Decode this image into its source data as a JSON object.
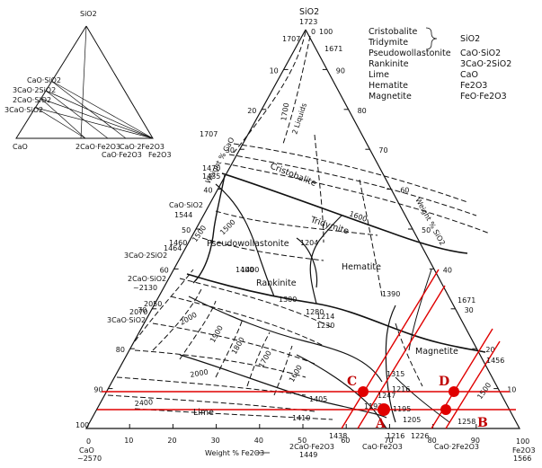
{
  "main": {
    "apex": {
      "name": "SiO2",
      "temp": "1723"
    },
    "left_corner": {
      "name": "CaO",
      "temp": "~2570",
      "value": "100",
      "zero": "0"
    },
    "right_corner": {
      "name": "Fe2O3",
      "temp": "1566",
      "value": "100"
    },
    "axis_left_title": "Weight % CaO",
    "axis_right_title": "Weight % SiO2",
    "axis_bottom_title": "Weight % Fe2O3",
    "left_ticks": [
      "10",
      "20",
      "30",
      "40",
      "50",
      "60",
      "70",
      "80",
      "90"
    ],
    "right_ticks": [
      "90",
      "80",
      "70",
      "60",
      "50",
      "40",
      "30",
      "20",
      "10"
    ],
    "bottom_ticks": [
      "10",
      "20",
      "30",
      "40",
      "50",
      "60",
      "70",
      "80",
      "90"
    ],
    "apex_labels": {
      "zero": "0",
      "hundred": "100",
      "t1707": "1707",
      "t1671": "1671"
    }
  },
  "inset": {
    "apex": "SiO2",
    "left_labels": [
      "CaO·SiO2",
      "3CaO·2SiO2",
      "2CaO·SiO2",
      "3CaO·SiO2"
    ],
    "bottom_left": "CaO",
    "bottom_labels": [
      "2CaO·Fe2O3",
      "CaO·Fe2O3",
      "CaO·2Fe2O3"
    ],
    "bottom_right": "Fe2O3"
  },
  "legend": {
    "items": [
      {
        "name": "Cristobalite",
        "formula": "SiO2"
      },
      {
        "name": "Tridymite",
        "formula": ""
      },
      {
        "name": "Pseudowollastonite",
        "formula": "CaO·SiO2"
      },
      {
        "name": "Rankinite",
        "formula": "3CaO·2SiO2"
      },
      {
        "name": "Lime",
        "formula": "CaO"
      },
      {
        "name": "Hematite",
        "formula": "Fe2O3"
      },
      {
        "name": "Magnetite",
        "formula": "FeO·Fe2O3"
      }
    ]
  },
  "fields": {
    "two_liquids": "2 Liquids",
    "cristobalite": "Cristobalite",
    "tridymite": "Tridymite",
    "pseudowollastonite": "Pseudowollastonite",
    "rankinite": "Rankinite",
    "hematite": "Hematite",
    "magnetite": "Magnetite",
    "lime": "Lime"
  },
  "compounds": {
    "cs": {
      "name": "CaO·SiO2",
      "temp": "1544"
    },
    "c3s2": {
      "name": "3CaO·2SiO2",
      "temp": "1464"
    },
    "c2s": {
      "name": "2CaO·SiO2",
      "temp": "~2130"
    },
    "c3s": {
      "name": "3CaO·SiO2",
      "temp": "2070"
    },
    "c2f": {
      "name": "2CaO·Fe2O3",
      "temp": "1449"
    },
    "cf": {
      "name": "CaO·Fe2O3",
      "temp": ""
    },
    "cf2": {
      "name": "CaO·2Fe2O3",
      "temp": ""
    }
  },
  "isotherms": [
    "1700",
    "1600",
    "1500",
    "1400",
    "1300",
    "1280",
    "1214",
    "1230",
    "1204",
    "1390",
    "1671",
    "1456",
    "1315",
    "1247",
    "1216",
    "1192",
    "1195",
    "1205",
    "1405",
    "1410",
    "1438",
    "1216",
    "1226",
    "1258",
    "1500",
    "2000",
    "1900",
    "1800",
    "1700",
    "1600",
    "2400",
    "2050",
    "2000",
    "1707",
    "1470",
    "1435",
    "1460",
    "1500",
    "1400"
  ],
  "markers": {
    "A": "A",
    "B": "B",
    "C": "C",
    "D": "D"
  },
  "colors": {
    "ink": "#111111",
    "marker": "#e00000"
  }
}
